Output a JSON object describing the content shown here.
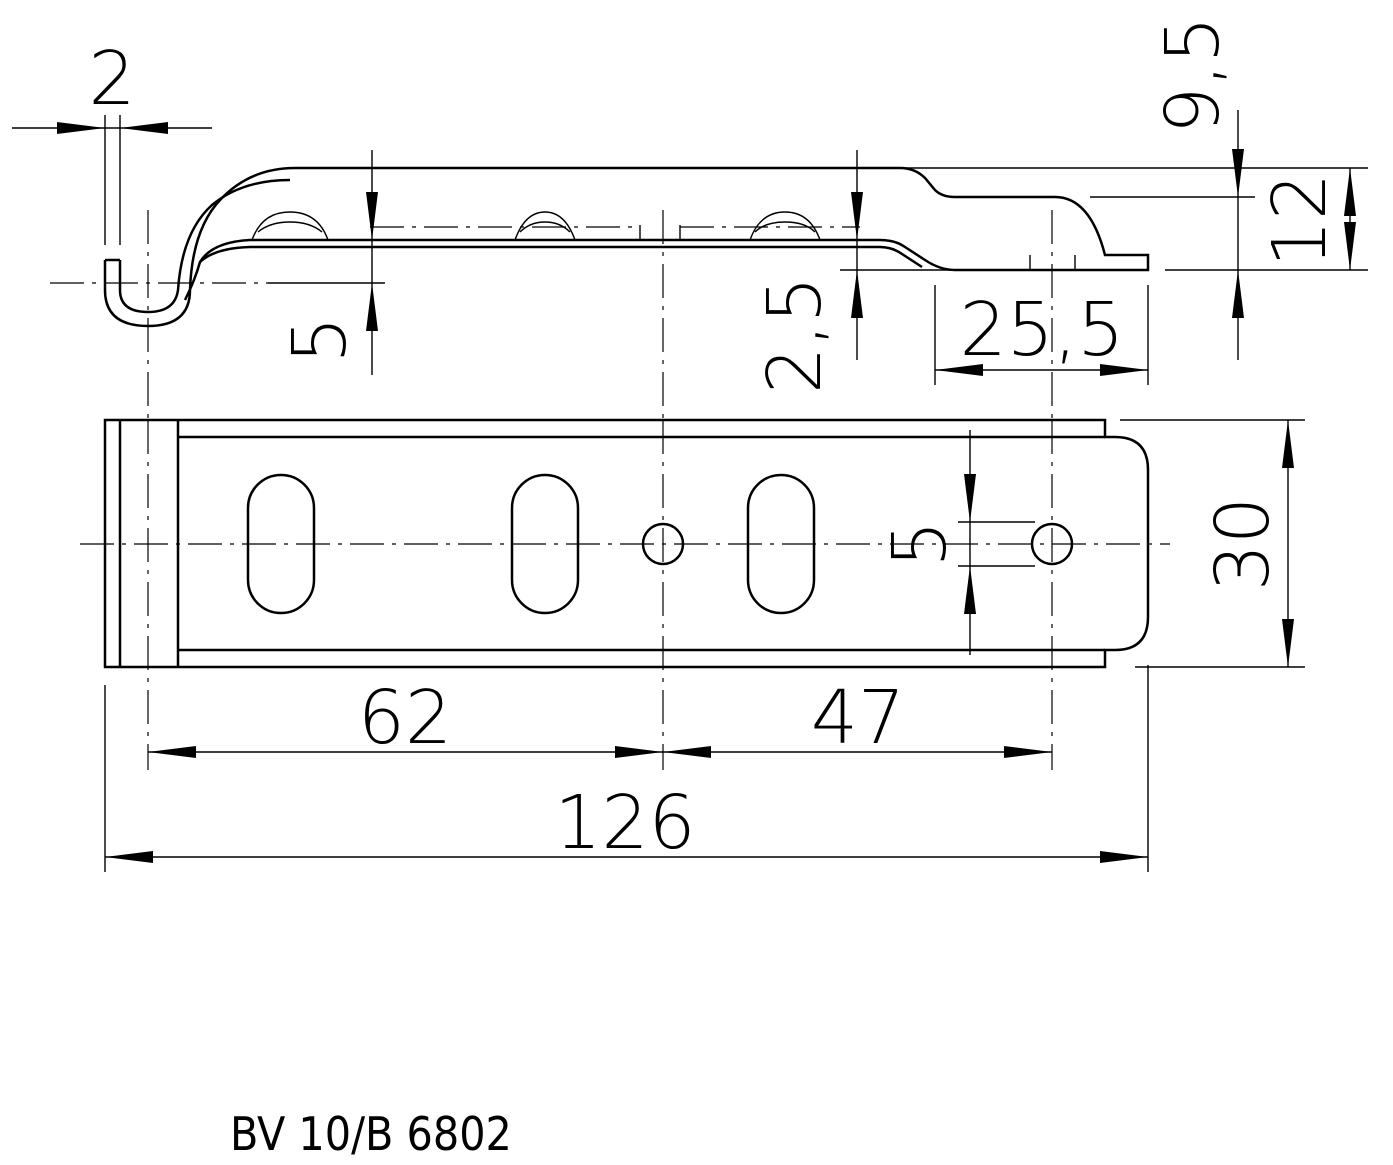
{
  "drawing": {
    "dimensions": {
      "d_2": "2",
      "d_9_5": "9,5",
      "d_12": "12",
      "d_5_top": "5",
      "d_2_5": "2,5",
      "d_25_5": "25,5",
      "d_30": "30",
      "d_5_hole": "5",
      "d_62": "62",
      "d_47": "47",
      "d_126": "126"
    },
    "caption": "BV 10/B 6802"
  }
}
